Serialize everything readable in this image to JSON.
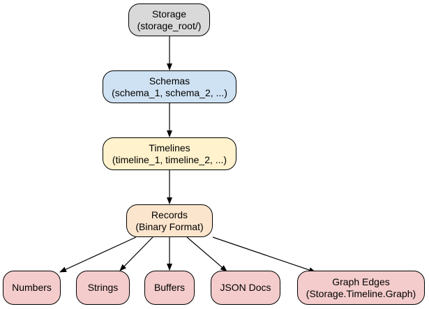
{
  "nodes": {
    "storage": {
      "line1": "Storage",
      "line2": "(storage_root/)"
    },
    "schemas": {
      "line1": "Schemas",
      "line2": "(schema_1, schema_2, ...)"
    },
    "timelines": {
      "line1": "Timelines",
      "line2": "(timeline_1, timeline_2, ...)"
    },
    "records": {
      "line1": "Records",
      "line2": "(Binary Format)"
    },
    "numbers": {
      "line1": "Numbers"
    },
    "strings": {
      "line1": "Strings"
    },
    "buffers": {
      "line1": "Buffers"
    },
    "json_docs": {
      "line1": "JSON Docs"
    },
    "graph_edges": {
      "line1": "Graph Edges",
      "line2": "(Storage.Timeline.Graph)"
    }
  },
  "colors": {
    "storage": "#d9d9d9",
    "schemas": "#cfe2f3",
    "timelines": "#fff2cc",
    "records": "#fce5cd",
    "leaf": "#f4cccc",
    "border": "#000000"
  },
  "edges": [
    [
      "storage",
      "schemas"
    ],
    [
      "schemas",
      "timelines"
    ],
    [
      "timelines",
      "records"
    ],
    [
      "records",
      "numbers"
    ],
    [
      "records",
      "strings"
    ],
    [
      "records",
      "buffers"
    ],
    [
      "records",
      "json_docs"
    ],
    [
      "records",
      "graph_edges"
    ]
  ]
}
